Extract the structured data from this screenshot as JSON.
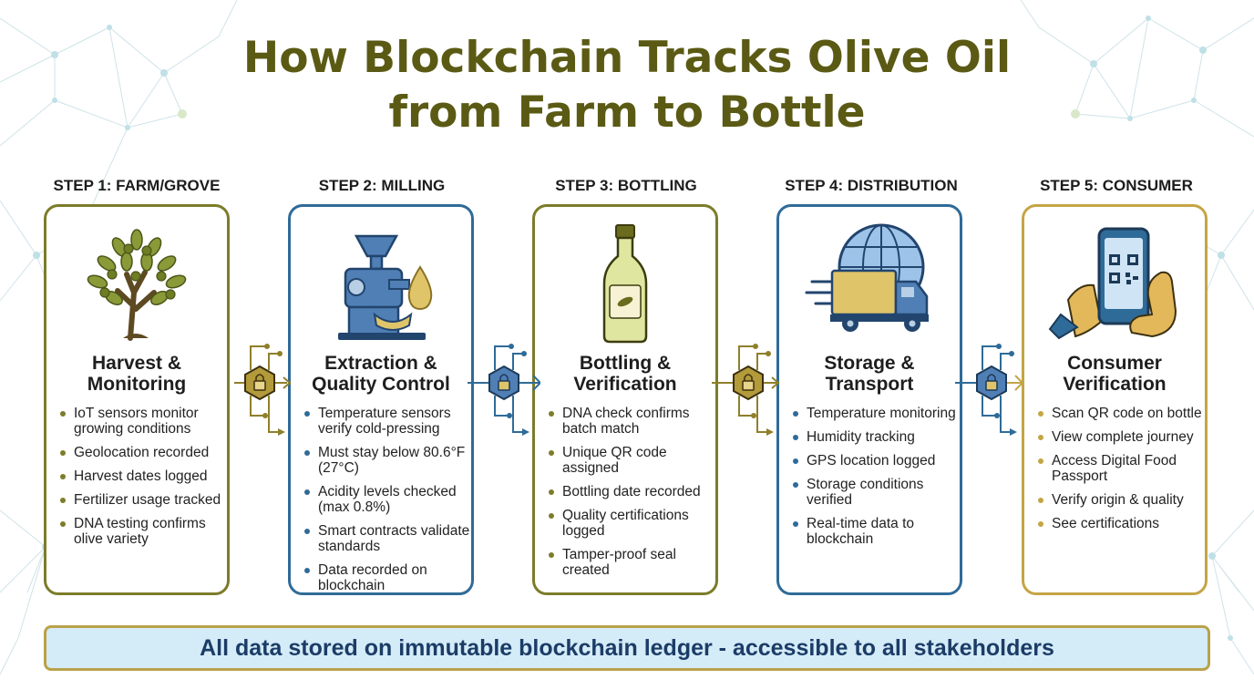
{
  "title": {
    "line1": "How Blockchain Tracks Olive Oil",
    "line2": "from Farm to Bottle"
  },
  "colors": {
    "olive": "#7c7c2a",
    "blue": "#2f6b98",
    "gold": "#c4a545",
    "title": "#5a5a14",
    "banner_fill": "#d4ebf8"
  },
  "steps": [
    {
      "label": "STEP 1: FARM/GROVE",
      "icon": "olive-tree-icon",
      "heading": [
        "Harvest &",
        "Monitoring"
      ],
      "bullets": [
        "IoT sensors monitor growing conditions",
        "Geolocation recorded",
        "Harvest dates logged",
        "Fertilizer usage tracked",
        "DNA testing confirms olive variety"
      ]
    },
    {
      "label": "STEP 2: MILLING",
      "icon": "olive-press-icon",
      "heading": [
        "Extraction &",
        "Quality Control"
      ],
      "bullets": [
        "Temperature sensors verify cold-pressing",
        "Must stay below 80.6°F (27°C)",
        "Acidity levels checked (max 0.8%)",
        "Smart contracts validate standards",
        "Data recorded on blockchain"
      ]
    },
    {
      "label": "STEP 3: BOTTLING",
      "icon": "oil-bottle-icon",
      "heading": [
        "Bottling &",
        "Verification"
      ],
      "bullets": [
        "DNA check confirms batch match",
        "Unique QR code assigned",
        "Bottling date recorded",
        "Quality certifications logged",
        "Tamper-proof seal created"
      ]
    },
    {
      "label": "STEP 4: DISTRIBUTION",
      "icon": "truck-globe-icon",
      "heading": [
        "Storage &",
        "Transport"
      ],
      "bullets": [
        "Temperature monitoring",
        "Humidity tracking",
        "GPS location logged",
        "Storage conditions verified",
        "Real-time data to blockchain"
      ]
    },
    {
      "label": "STEP 5: CONSUMER",
      "icon": "phone-qr-scan-icon",
      "heading": [
        "Consumer",
        "Verification"
      ],
      "bullets": [
        "Scan QR code on bottle",
        "View complete journey",
        "Access Digital Food Passport",
        "Verify origin & quality",
        "See certifications"
      ]
    }
  ],
  "connector_icon": "blockchain-lock-icon",
  "ledger_banner": "All data stored on immutable blockchain ledger - accessible to all stakeholders"
}
